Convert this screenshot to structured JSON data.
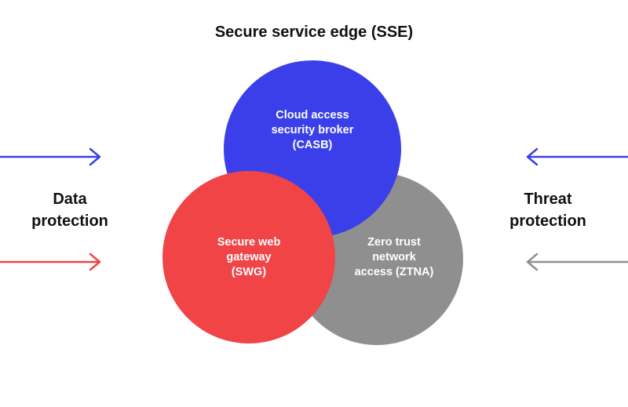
{
  "title": "Secure service edge (SSE)",
  "circles": {
    "casb": {
      "lines": [
        "Cloud access",
        "security broker",
        "(CASB)"
      ],
      "color": "#3a3fea"
    },
    "swg": {
      "lines": [
        "Secure web",
        "gateway",
        "(SWG)"
      ],
      "color": "#f04447"
    },
    "ztna": {
      "lines": [
        "Zero trust",
        "network",
        "access (ZTNA)"
      ],
      "color": "#8f8f8f"
    }
  },
  "left_label": {
    "lines": [
      "Data",
      "protection"
    ]
  },
  "right_label": {
    "lines": [
      "Threat",
      "protection"
    ]
  },
  "arrow_colors": {
    "blue": "#3a3fea",
    "red": "#f04447",
    "gray": "#8f8f8f"
  }
}
